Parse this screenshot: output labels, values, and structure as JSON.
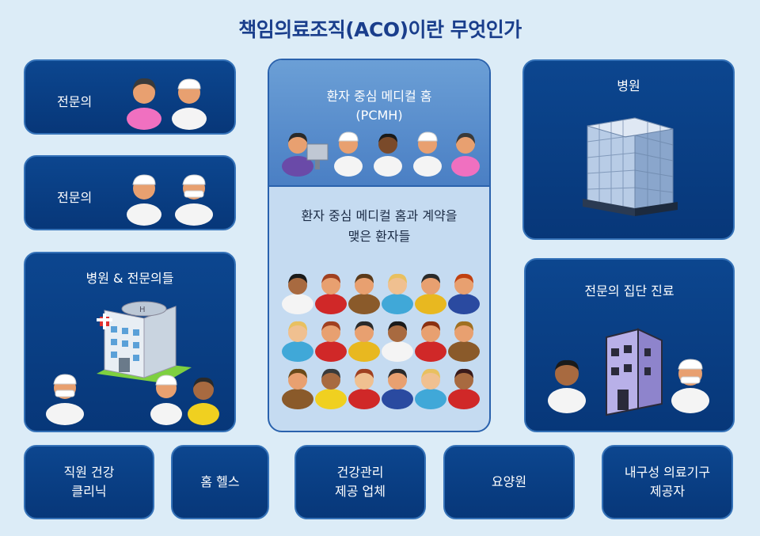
{
  "title": "책임의료조직(ACO)이란 무엇인가",
  "boxes": {
    "specialist1": "전문의",
    "specialist2": "전문의",
    "hospital_specialists": "병원 & 전문의들",
    "hospital": "병원",
    "group_practice": "전문의 집단 진료"
  },
  "pcmh": {
    "line1": "환자 중심 메디컬 홈",
    "line2": "(PCMH)",
    "contract_line1": "환자 중심 메디컬 홈과 계약을",
    "contract_line2": "맺은 환자들"
  },
  "bottom": {
    "employee_clinic_1": "직원 건강",
    "employee_clinic_2": "클리닉",
    "home_health": "홈 헬스",
    "health_mgmt_1": "건강관리",
    "health_mgmt_2": "제공 업체",
    "nursing": "요양원",
    "dme_1": "내구성 의료기구",
    "dme_2": "제공자"
  },
  "colors": {
    "box": "#0a3f86",
    "panel": "#c5dbf1",
    "panel_top": "#5a8dcc",
    "title": "#1a3e8c",
    "background": "#dcecf7"
  }
}
